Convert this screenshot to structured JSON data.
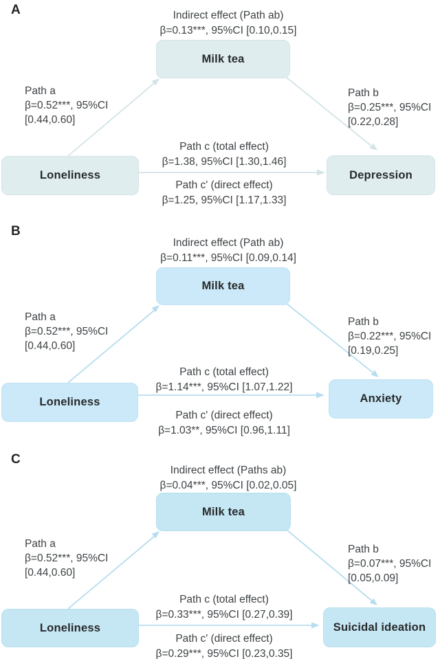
{
  "figure": {
    "panels": [
      {
        "label": "A",
        "indirect_title": "Indirect effect (Path ab)",
        "indirect_value": "β=0.13***, 95%CI [0.10,0.15]",
        "mediator": "Milk tea",
        "predictor": "Loneliness",
        "outcome": "Depression",
        "path_a": [
          "Path a",
          "β=0.52***, 95%CI",
          "[0.44,0.60]"
        ],
        "path_b": [
          "Path b",
          "β=0.25***, 95%CI",
          "[0.22,0.28]"
        ],
        "path_c": [
          "Path c (total effect)",
          "β=1.38, 95%CI [1.30,1.46]"
        ],
        "path_c_prime": [
          "Path c' (direct effect)",
          "β=1.25, 95%CI [1.17,1.33]"
        ],
        "colors": {
          "box_fill": "#dfedef",
          "box_border": "#d2e4e7",
          "arrow": "#d3e3e7"
        }
      },
      {
        "label": "B",
        "indirect_title": "Indirect effect (Path ab)",
        "indirect_value": "β=0.11***, 95%CI [0.09,0.14]",
        "mediator": "Milk tea",
        "predictor": "Loneliness",
        "outcome": "Anxiety",
        "path_a": [
          "Path a",
          "β=0.52***, 95%CI",
          "[0.44,0.60]"
        ],
        "path_b": [
          "Path b",
          "β=0.22***, 95%CI",
          "[0.19,0.25]"
        ],
        "path_c": [
          "Path c (total effect)",
          "β=1.14***, 95%CI [1.07,1.22]"
        ],
        "path_c_prime": [
          "Path c' (direct effect)",
          "β=1.03**, 95%CI [0.96,1.11]"
        ],
        "colors": {
          "box_fill": "#cbe9f8",
          "box_border": "#bfe1f2",
          "arrow": "#b7ddee"
        }
      },
      {
        "label": "C",
        "indirect_title": "Indirect effect (Paths ab)",
        "indirect_value": "β=0.04***, 95%CI [0.02,0.05]",
        "mediator": "Milk tea",
        "predictor": "Loneliness",
        "outcome": "Suicidal ideation",
        "path_a": [
          "Path a",
          "β=0.52***, 95%CI",
          "[0.44,0.60]"
        ],
        "path_b": [
          "Path b",
          "β=0.07***, 95%CI",
          "[0.05,0.09]"
        ],
        "path_c": [
          "Path c (total effect)",
          "β=0.33***, 95%CI [0.27,0.39]"
        ],
        "path_c_prime": [
          "Path c' (direct effect)",
          "β=0.29***, 95%CI [0.23,0.35]"
        ],
        "colors": {
          "box_fill": "#c5e6f3",
          "box_border": "#b9dff0",
          "arrow": "#b7ddee"
        }
      }
    ]
  }
}
